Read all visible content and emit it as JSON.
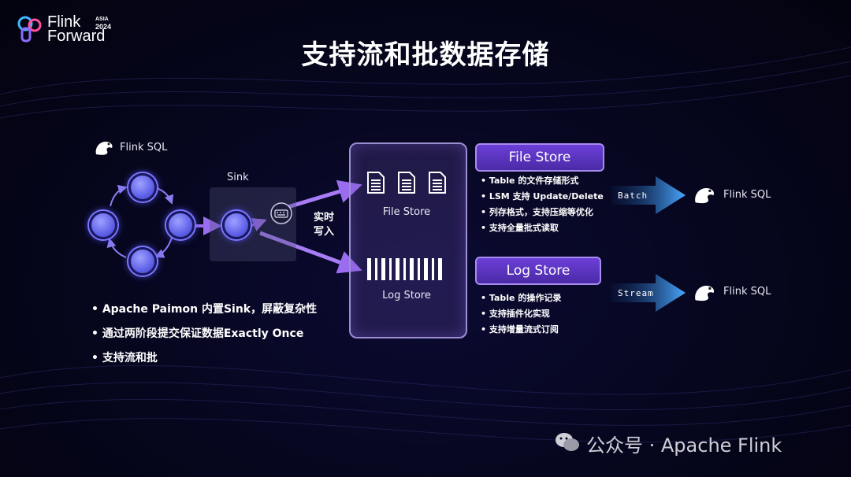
{
  "logo": {
    "line1": "Flink",
    "line2": "Forward",
    "asia": "ASIA",
    "year": "2024"
  },
  "title": "支持流和批数据存储",
  "left": {
    "source_label": "Flink SQL",
    "sink_label": "Sink",
    "write_label_1": "实时",
    "write_label_2": "写入",
    "bullets": [
      "Apache Paimon 内置Sink，屏蔽复杂性",
      "通过两阶段提交保证数据Exactly Once",
      "支持流和批"
    ]
  },
  "store": {
    "file_label": "File Store",
    "log_label": "Log Store"
  },
  "file_store": {
    "title": "File Store",
    "bullets": [
      "Table 的文件存储形式",
      "LSM 支持 Update/Delete",
      "列存格式，支持压缩等优化",
      "支持全量批式读取"
    ],
    "arrow_label": "Batch",
    "target_label": "Flink SQL"
  },
  "log_store": {
    "title": "Log Store",
    "bullets": [
      "Table 的操作记录",
      "支持插件化实现",
      "支持增量流式订阅"
    ],
    "arrow_label": "Stream",
    "target_label": "Flink SQL"
  },
  "watermark": "公众号 · Apache Flink",
  "colors": {
    "accent": "#7b4ce0",
    "arrow": "#3a8ee6",
    "node": "#6466f0"
  }
}
